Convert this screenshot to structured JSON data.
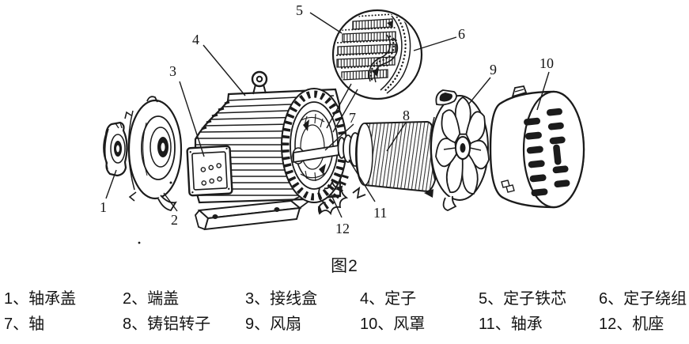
{
  "figure": {
    "caption": "图2",
    "callouts": [
      "1",
      "2",
      "3",
      "4",
      "5",
      "6",
      "7",
      "8",
      "9",
      "10",
      "11",
      "12"
    ]
  },
  "legend": {
    "separator": "、",
    "items": [
      {
        "num": "1",
        "label": "轴承盖"
      },
      {
        "num": "2",
        "label": "端盖"
      },
      {
        "num": "3",
        "label": "接线盒"
      },
      {
        "num": "4",
        "label": "定子"
      },
      {
        "num": "5",
        "label": "定子铁芯"
      },
      {
        "num": "6",
        "label": "定子绕组"
      },
      {
        "num": "7",
        "label": "轴"
      },
      {
        "num": "8",
        "label": "铸铝转子"
      },
      {
        "num": "9",
        "label": "风扇"
      },
      {
        "num": "10",
        "label": "风罩"
      },
      {
        "num": "11",
        "label": "轴承"
      },
      {
        "num": "12",
        "label": "机座"
      }
    ]
  },
  "colors": {
    "ink": "#1b1b1b",
    "background": "#ffffff"
  }
}
